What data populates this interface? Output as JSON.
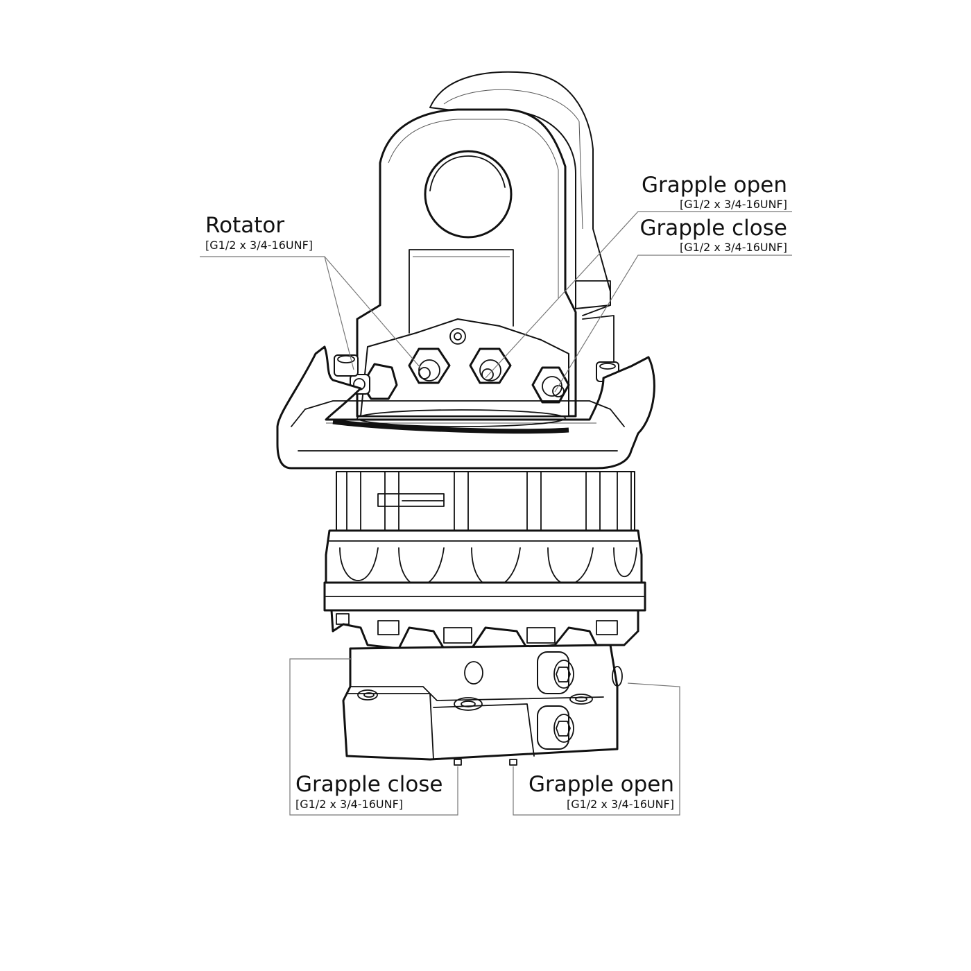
{
  "labels": {
    "rotator": {
      "title": "Rotator",
      "spec": "[G1/2 x 3/4-16UNF]"
    },
    "grapple_open_top": {
      "title": "Grapple open",
      "spec": "[G1/2 x 3/4-16UNF]"
    },
    "grapple_close_top": {
      "title": "Grapple close",
      "spec": "[G1/2 x 3/4-16UNF]"
    },
    "grapple_close_bottom": {
      "title": "Grapple close",
      "spec": "[G1/2 x 3/4-16UNF]"
    },
    "grapple_open_bottom": {
      "title": "Grapple open",
      "spec": "[G1/2 x 3/4-16UNF]"
    }
  },
  "colors": {
    "line": "#111111",
    "leader": "#777777",
    "background": "#ffffff"
  }
}
